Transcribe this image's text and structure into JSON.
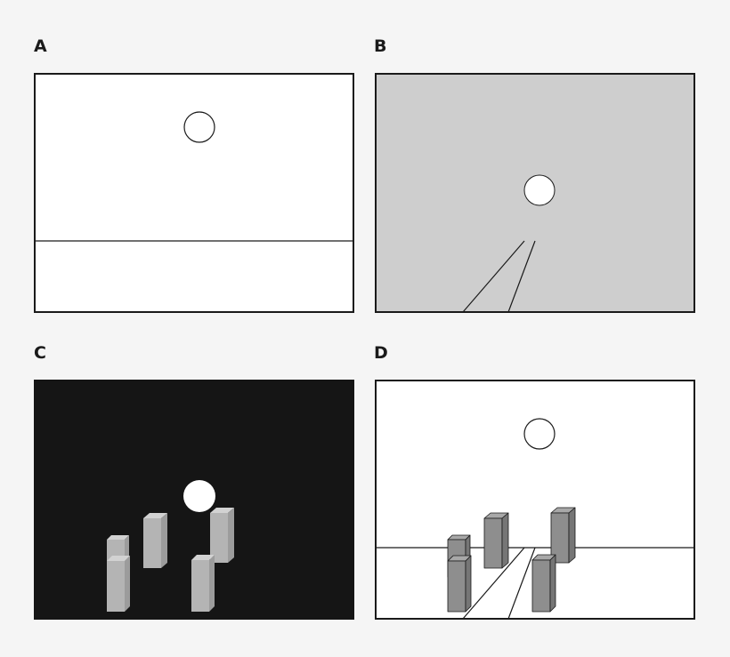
{
  "panels": [
    {
      "id": "a",
      "label": "A",
      "background": "#ffffff",
      "elements": [
        "sun-outline",
        "horizon-line"
      ]
    },
    {
      "id": "b",
      "label": "B",
      "background": "#cecece",
      "elements": [
        "sun-filled",
        "converging-road"
      ]
    },
    {
      "id": "c",
      "label": "C",
      "background": "#151515",
      "elements": [
        "sun-filled",
        "buildings"
      ]
    },
    {
      "id": "d",
      "label": "D",
      "background": "#ffffff",
      "elements": [
        "sun-outline",
        "horizon-line",
        "converging-road",
        "buildings"
      ]
    }
  ],
  "colors": {
    "page_background": "#f5f5f5",
    "stroke": "#1a1a1a",
    "sun_fill": "#ffffff",
    "building_front_light": "#b4b4b4",
    "building_front_dark": "#8e8e8e",
    "building_side_light": "#9c9c9c",
    "building_side_dark": "#767676"
  }
}
